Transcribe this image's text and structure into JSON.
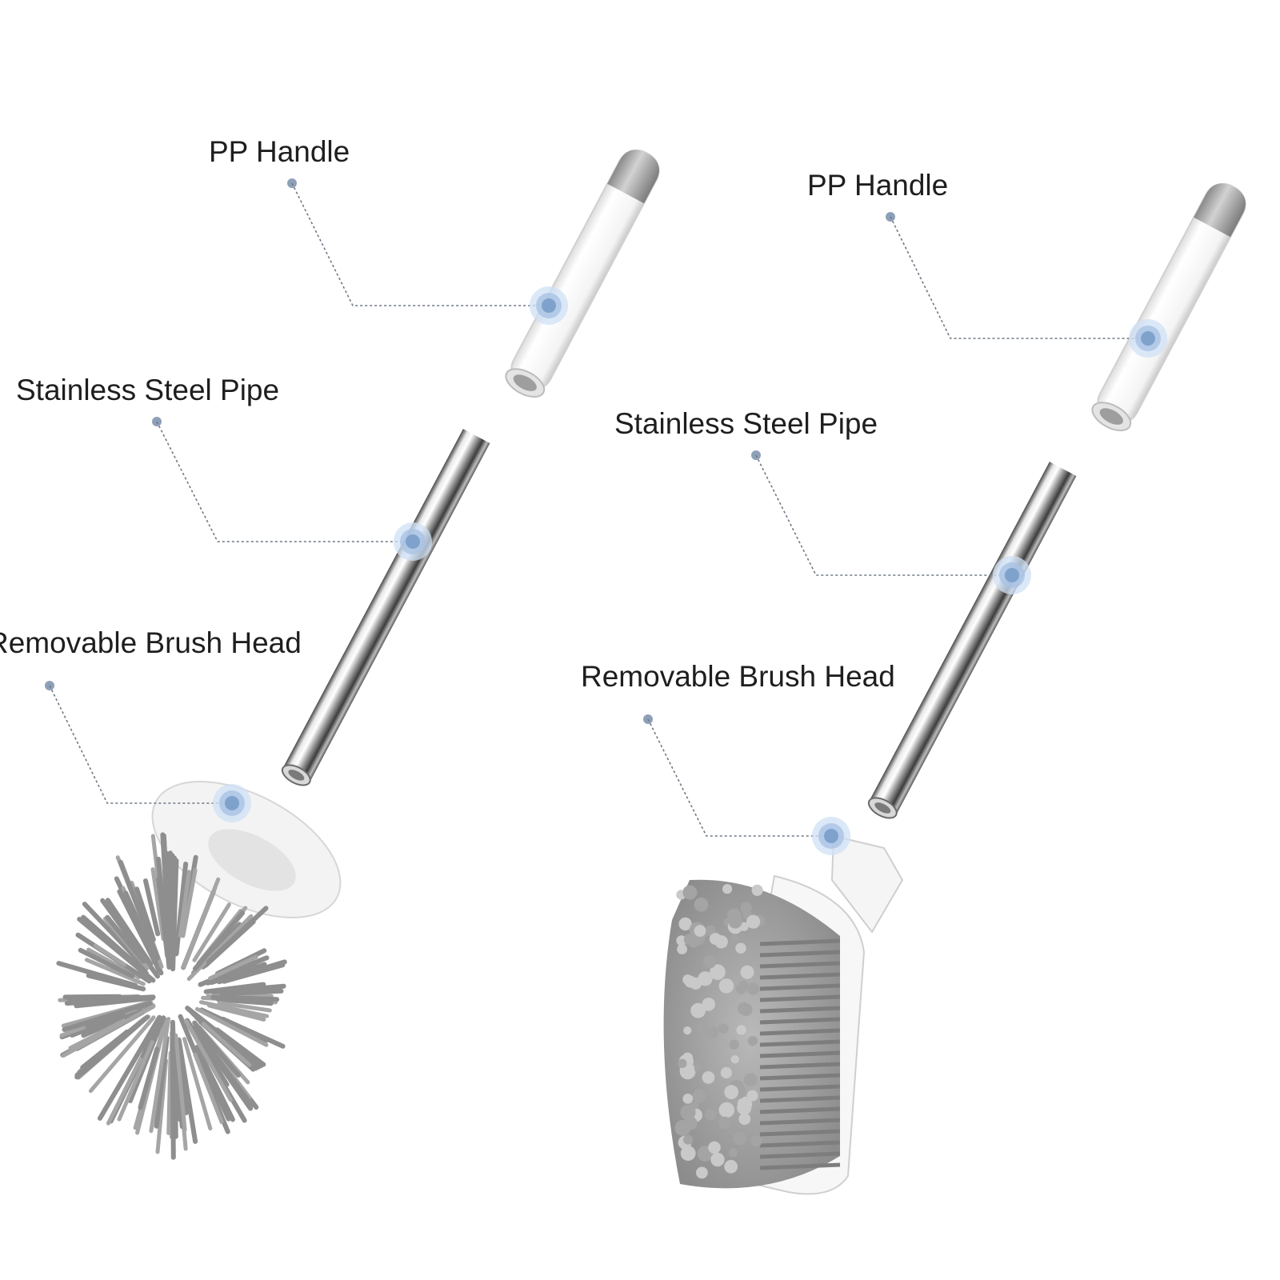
{
  "left_brush": {
    "labels": {
      "handle": "PP Handle",
      "pipe": "Stainless Steel Pipe",
      "head": "Removable Brush Head"
    }
  },
  "right_brush": {
    "labels": {
      "handle": "PP Handle",
      "pipe": "Stainless Steel Pipe",
      "head": "Removable Brush Head"
    }
  },
  "colors": {
    "callout_dot": "#8ea0b8",
    "callout_glow": "#7fa2cc",
    "bristles": "#8e8e8e",
    "handle_body": "#ffffff",
    "handle_cap": "#a8a8a8",
    "steel": "#9a9a9a"
  }
}
